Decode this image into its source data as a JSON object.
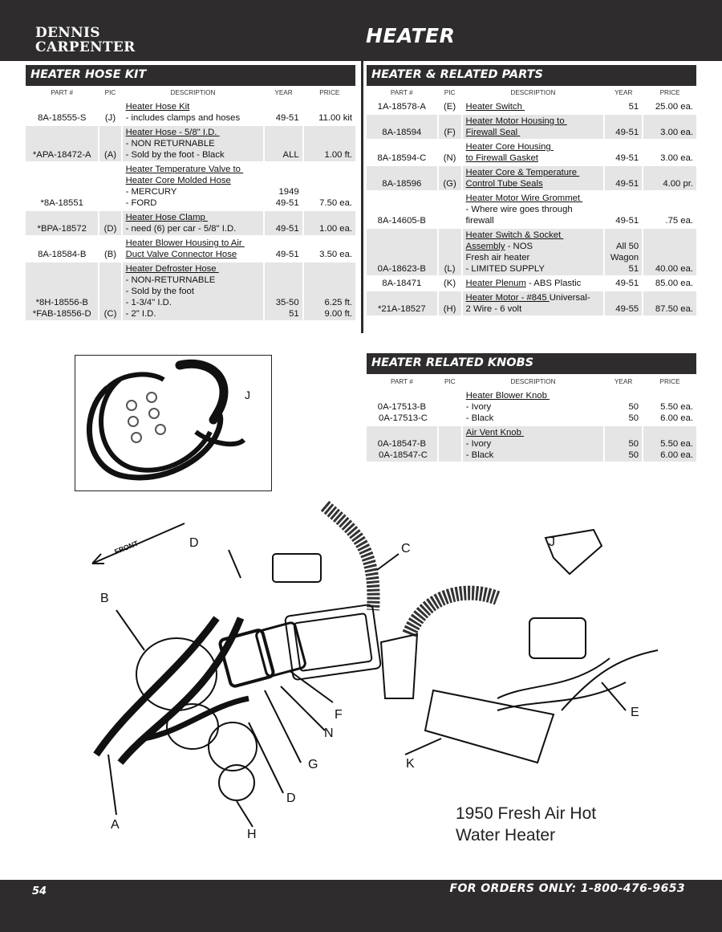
{
  "header": {
    "brand_line1": "DENNIS",
    "brand_line2": "CARPENTER",
    "title": "HEATER"
  },
  "columns": {
    "part": "PART #",
    "pic": "PIC",
    "desc": "DESCRIPTION",
    "year": "YEAR",
    "price": "PRICE"
  },
  "hose_kit": {
    "title": "HEATER HOSE KIT",
    "rows": [
      {
        "part": [
          "",
          "8A-18555-S"
        ],
        "pic": [
          "",
          "(J)"
        ],
        "desc": [
          {
            "t": "Heater Hose Kit",
            "u": true
          },
          {
            "t": "- includes clamps and hoses"
          }
        ],
        "year": [
          "",
          "49-51"
        ],
        "price": [
          "",
          "11.00 kit"
        ]
      },
      {
        "part": [
          "*APA-18472-A"
        ],
        "pic": [
          "(A)"
        ],
        "desc": [
          {
            "t": "Heater Hose - 5/8\" I.D. ",
            "u": true
          },
          {
            "t": "- NON RETURNABLE"
          },
          {
            "t": "- Sold by the foot - Black"
          }
        ],
        "year": [
          "ALL"
        ],
        "price": [
          "1.00 ft."
        ]
      },
      {
        "part": [
          "*8A-18551"
        ],
        "pic": [
          ""
        ],
        "desc": [
          {
            "t": "Heater Temperature Valve to ",
            "u": true
          },
          {
            "t": "Heater Core Molded Hose",
            "u": true
          },
          {
            "t": "- MERCURY"
          },
          {
            "t": "- FORD"
          }
        ],
        "year": [
          "",
          "",
          "1949",
          "49-51"
        ],
        "price": [
          "7.50 ea."
        ]
      },
      {
        "part": [
          "",
          "*BPA-18572"
        ],
        "pic": [
          "",
          "(D)"
        ],
        "desc": [
          {
            "t": "Heater Hose Clamp ",
            "u": true
          },
          {
            "t": "- need (6) per car - 5/8\" I.D."
          }
        ],
        "year": [
          "",
          "49-51"
        ],
        "price": [
          "",
          "1.00 ea."
        ]
      },
      {
        "part": [
          "8A-18584-B"
        ],
        "pic": [
          "(B)"
        ],
        "desc": [
          {
            "t": "Heater Blower Housing to Air ",
            "u": true
          },
          {
            "t": "Duct Valve Connector Hose",
            "u": true
          }
        ],
        "year": [
          "49-51"
        ],
        "price": [
          "3.50 ea."
        ]
      },
      {
        "part": [
          "",
          "",
          "",
          "*8H-18556-B",
          "*FAB-18556-D"
        ],
        "pic": [
          "(C)"
        ],
        "desc": [
          {
            "t": "Heater Defroster Hose ",
            "u": true
          },
          {
            "t": "- NON-RETURNABLE"
          },
          {
            "t": "- Sold by the foot"
          },
          {
            "t": "- 1-3/4\" I.D."
          },
          {
            "t": "- 2\" I.D."
          }
        ],
        "year": [
          "",
          "",
          "",
          "35-50",
          "51"
        ],
        "price": [
          "",
          "",
          "",
          "6.25 ft.",
          "9.00 ft."
        ]
      }
    ]
  },
  "related_parts": {
    "title": "HEATER & RELATED PARTS",
    "rows": [
      {
        "part": [
          "1A-18578-A"
        ],
        "pic": [
          "(E)"
        ],
        "desc": [
          {
            "t": "Heater Switch ",
            "u": true
          }
        ],
        "year": [
          "51"
        ],
        "price": [
          "25.00 ea."
        ]
      },
      {
        "part": [
          "8A-18594"
        ],
        "pic": [
          "(F)"
        ],
        "desc": [
          {
            "t": "Heater Motor Housing to ",
            "u": true
          },
          {
            "t": "Firewall Seal ",
            "u": true
          }
        ],
        "year": [
          "49-51"
        ],
        "price": [
          "3.00 ea."
        ]
      },
      {
        "part": [
          "8A-18594-C"
        ],
        "pic": [
          "(N)"
        ],
        "desc": [
          {
            "t": "Heater Core Housing ",
            "u": true
          },
          {
            "t": "to Firewall Gasket",
            "u": true
          }
        ],
        "year": [
          "49-51"
        ],
        "price": [
          "3.00 ea."
        ]
      },
      {
        "part": [
          "8A-18596"
        ],
        "pic": [
          "(G)"
        ],
        "desc": [
          {
            "t": "Heater Core & Temperature ",
            "u": true
          },
          {
            "t": "Control Tube Seals",
            "u": true
          }
        ],
        "year": [
          "49-51"
        ],
        "price": [
          "4.00 pr."
        ]
      },
      {
        "part": [
          "8A-14605-B"
        ],
        "pic": [
          ""
        ],
        "desc": [
          {
            "t": "Heater Motor Wire Grommet ",
            "u": true
          },
          {
            "t": "- Where wire goes through"
          },
          {
            "t": "firewall"
          }
        ],
        "year": [
          "49-51"
        ],
        "price": [
          ".75 ea."
        ]
      },
      {
        "part": [
          "0A-18623-B"
        ],
        "pic": [
          "(L)"
        ],
        "desc": [
          {
            "t": "Heater Switch & Socket ",
            "u": true
          },
          {
            "t": "Assembly",
            "u": true,
            "after": " - NOS"
          },
          {
            "t": "Fresh air heater"
          },
          {
            "t": "- LIMITED SUPPLY"
          }
        ],
        "year": [
          "All 50",
          "Wagon",
          "51"
        ],
        "price": [
          "40.00 ea."
        ]
      },
      {
        "part": [
          "8A-18471"
        ],
        "pic": [
          "(K)"
        ],
        "desc": [
          {
            "t": "Heater Plenum",
            "u": true,
            "after": " - ABS Plastic"
          }
        ],
        "year": [
          "49-51"
        ],
        "price": [
          "85.00 ea."
        ]
      },
      {
        "part": [
          "*21A-18527"
        ],
        "pic": [
          "(H)"
        ],
        "desc": [
          {
            "t": "Heater Motor - #845 ",
            "u": true,
            "after": "Universal-"
          },
          {
            "t": "2 Wire - 6 volt"
          }
        ],
        "year": [
          "49-55"
        ],
        "price": [
          "87.50 ea."
        ]
      }
    ]
  },
  "knobs": {
    "title": "HEATER RELATED KNOBS",
    "rows": [
      {
        "part": [
          "",
          "0A-17513-B",
          " 0A-17513-C"
        ],
        "pic": [
          ""
        ],
        "desc": [
          {
            "t": "Heater Blower Knob ",
            "u": true
          },
          {
            "t": "- Ivory"
          },
          {
            "t": "- Black"
          }
        ],
        "year": [
          "",
          "50",
          "50"
        ],
        "price": [
          "",
          "5.50 ea.",
          "6.00 ea."
        ]
      },
      {
        "part": [
          "",
          "0A-18547-B",
          " 0A-18547-C"
        ],
        "pic": [
          ""
        ],
        "desc": [
          {
            "t": "Air Vent Knob ",
            "u": true
          },
          {
            "t": "- Ivory"
          },
          {
            "t": "- Black"
          }
        ],
        "year": [
          "",
          "50",
          "50"
        ],
        "price": [
          "",
          "5.50 ea.",
          "6.00 ea."
        ]
      }
    ]
  },
  "photo": {
    "label": "J"
  },
  "diagram": {
    "front_label": "FRONT",
    "labels": [
      "D",
      "C",
      "J",
      "B",
      "F",
      "N",
      "G",
      "K",
      "E",
      "D",
      "A",
      "H"
    ],
    "caption_line1": "1950 Fresh Air Hot",
    "caption_line2": "Water Heater"
  },
  "footer": {
    "page": "54",
    "orders": "FOR ORDERS ONLY: 1-800-476-9653"
  }
}
